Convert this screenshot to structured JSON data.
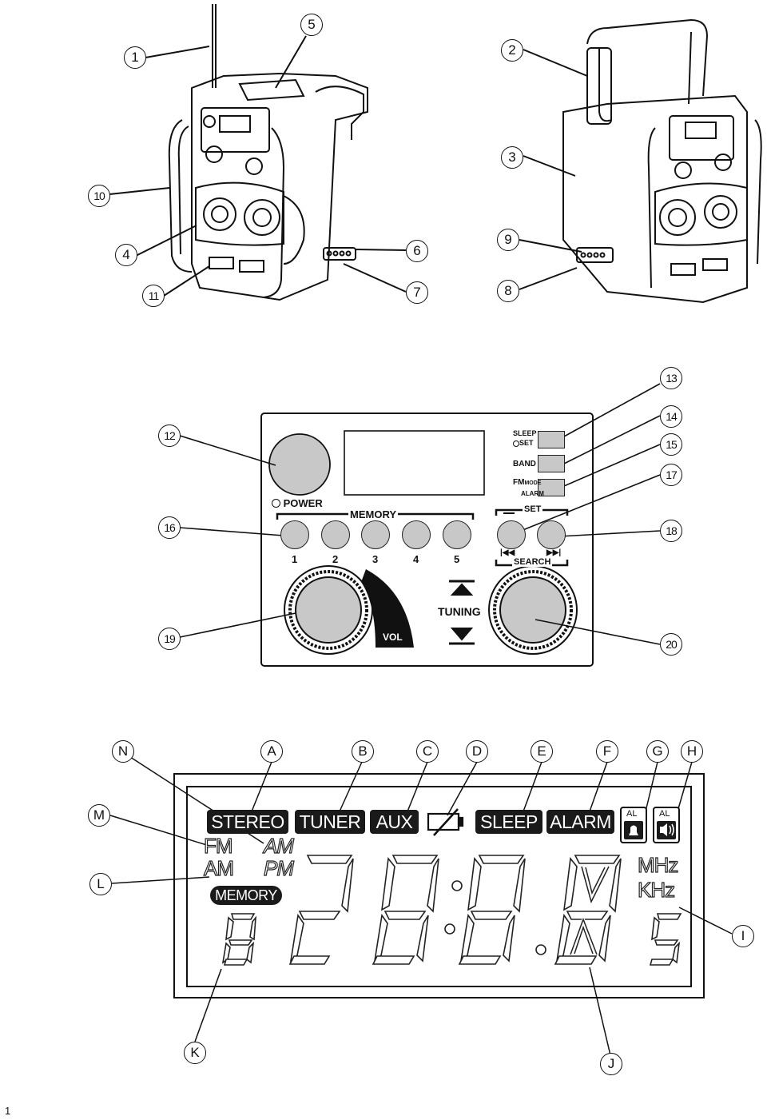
{
  "callouts": {
    "c1": "1",
    "c2": "2",
    "c3": "3",
    "c4": "4",
    "c5": "5",
    "c6": "6",
    "c7": "7",
    "c8": "8",
    "c9": "9",
    "c10": "10",
    "c11": "11",
    "c12": "12",
    "c13": "13",
    "c14": "14",
    "c15": "15",
    "c16": "16",
    "c17": "17",
    "c18": "18",
    "c19": "19",
    "c20": "20",
    "A": "A",
    "B": "B",
    "C": "C",
    "D": "D",
    "E": "E",
    "F": "F",
    "G": "G",
    "H": "H",
    "I": "I",
    "J": "J",
    "K": "K",
    "L": "L",
    "M": "M",
    "N": "N"
  },
  "panel": {
    "power": "POWER",
    "memory": "MEMORY",
    "mem_numbers": [
      "1",
      "2",
      "3",
      "4",
      "5"
    ],
    "set": "SET",
    "search": "SEARCH",
    "sleep": "SLEEP",
    "set_small": "SET",
    "band": "BAND",
    "fm": "FM",
    "mode": "MODE",
    "alarm_small": "ALARM",
    "tuning": "TUNING",
    "vol": "VOL"
  },
  "lcd": {
    "stereo": "STEREO",
    "tuner": "TUNER",
    "aux": "AUX",
    "sleep": "SLEEP",
    "alarm": "ALARM",
    "al1": "AL",
    "al2": "AL",
    "fm": "FM",
    "am_left": "AM",
    "am_right": "AM",
    "pm": "PM",
    "memory": "MEMORY",
    "mhz": "MHz",
    "khz": "KHz"
  },
  "page_number": "1"
}
